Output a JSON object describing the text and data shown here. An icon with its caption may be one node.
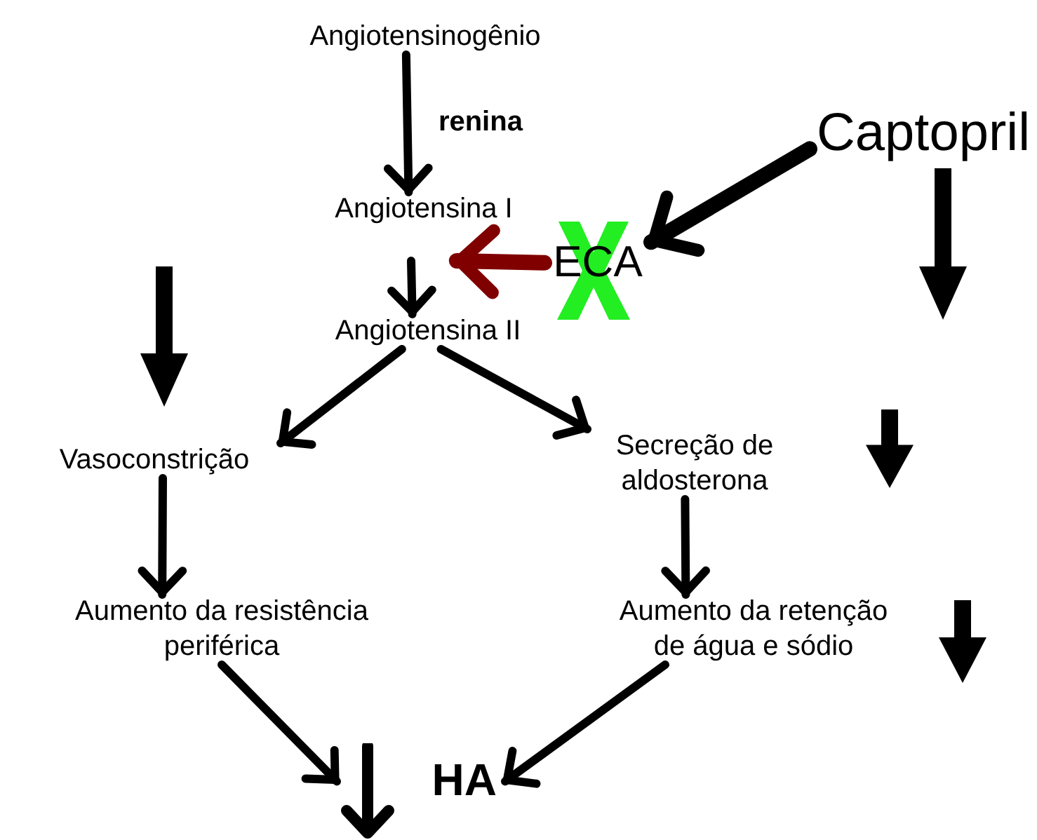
{
  "diagram": {
    "nodes": [
      {
        "text": [
          "Angiotensinogênio"
        ]
      },
      {
        "text": [
          "Angiotensina I"
        ]
      },
      {
        "text": [
          "ECA"
        ]
      },
      {
        "text": [
          "Angiotensina II"
        ]
      },
      {
        "text": [
          "Captopril"
        ]
      },
      {
        "text": [
          "Vasoconstrição"
        ]
      },
      {
        "text": [
          "Secreção de aldosterona"
        ]
      },
      {
        "text": [
          "Aumento da resistência periférica"
        ]
      },
      {
        "text": [
          "Aumento da retenção de água e sódio"
        ]
      },
      {
        "text": [
          "HA"
        ]
      }
    ],
    "edges": [
      {
        "from": 0,
        "to": 1,
        "arrow": "to",
        "label": "renina"
      },
      {
        "from": 1,
        "to": 3,
        "arrow": "to"
      },
      {
        "from": 2,
        "to": 1,
        "arrow": "to",
        "style": "thick",
        "color": "#800000"
      },
      {
        "from": 4,
        "to": 2,
        "arrow": "to",
        "style": "thick"
      },
      {
        "from": 3,
        "to": 5,
        "arrow": "to"
      },
      {
        "from": 3,
        "to": 6,
        "arrow": "to"
      },
      {
        "from": 5,
        "to": 7,
        "arrow": "to"
      },
      {
        "from": 6,
        "to": 8,
        "arrow": "to"
      },
      {
        "from": 7,
        "to": 9,
        "arrow": "to"
      },
      {
        "from": 8,
        "to": 9,
        "arrow": "to"
      }
    ]
  }
}
